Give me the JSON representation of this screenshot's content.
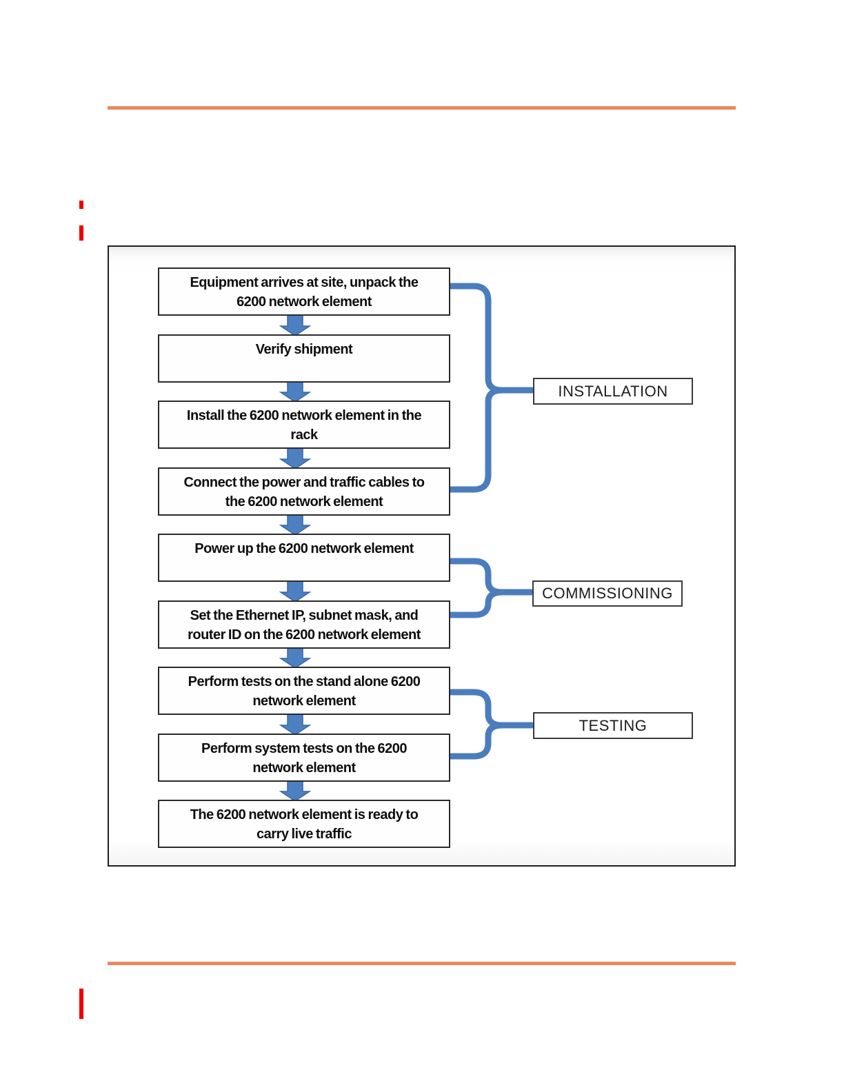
{
  "colors": {
    "accent_orange": "#e98960",
    "revision_red": "#ee0000",
    "flow_blue": "#4b7dbd",
    "arrow_fill": "#4d80c0",
    "arrow_stroke": "#3a67a5"
  },
  "flowchart": {
    "steps": [
      {
        "label": "Equipment arrives at site, unpack the\n6200 network element"
      },
      {
        "label": "Verify shipment"
      },
      {
        "label": "Install the 6200 network element in the\nrack"
      },
      {
        "label": "Connect the power and traffic cables to\nthe 6200 network element"
      },
      {
        "label": "Power up the 6200 network element"
      },
      {
        "label": "Set the Ethernet IP, subnet mask, and\nrouter ID on the 6200 network element"
      },
      {
        "label": "Perform tests on the stand alone 6200\nnetwork element"
      },
      {
        "label": "Perform system tests on the 6200\nnetwork element"
      },
      {
        "label": "The 6200 network element is ready to\ncarry live traffic"
      }
    ],
    "phases": [
      {
        "label": "INSTALLATION"
      },
      {
        "label": "COMMISSIONING"
      },
      {
        "label": "TESTING"
      }
    ]
  }
}
